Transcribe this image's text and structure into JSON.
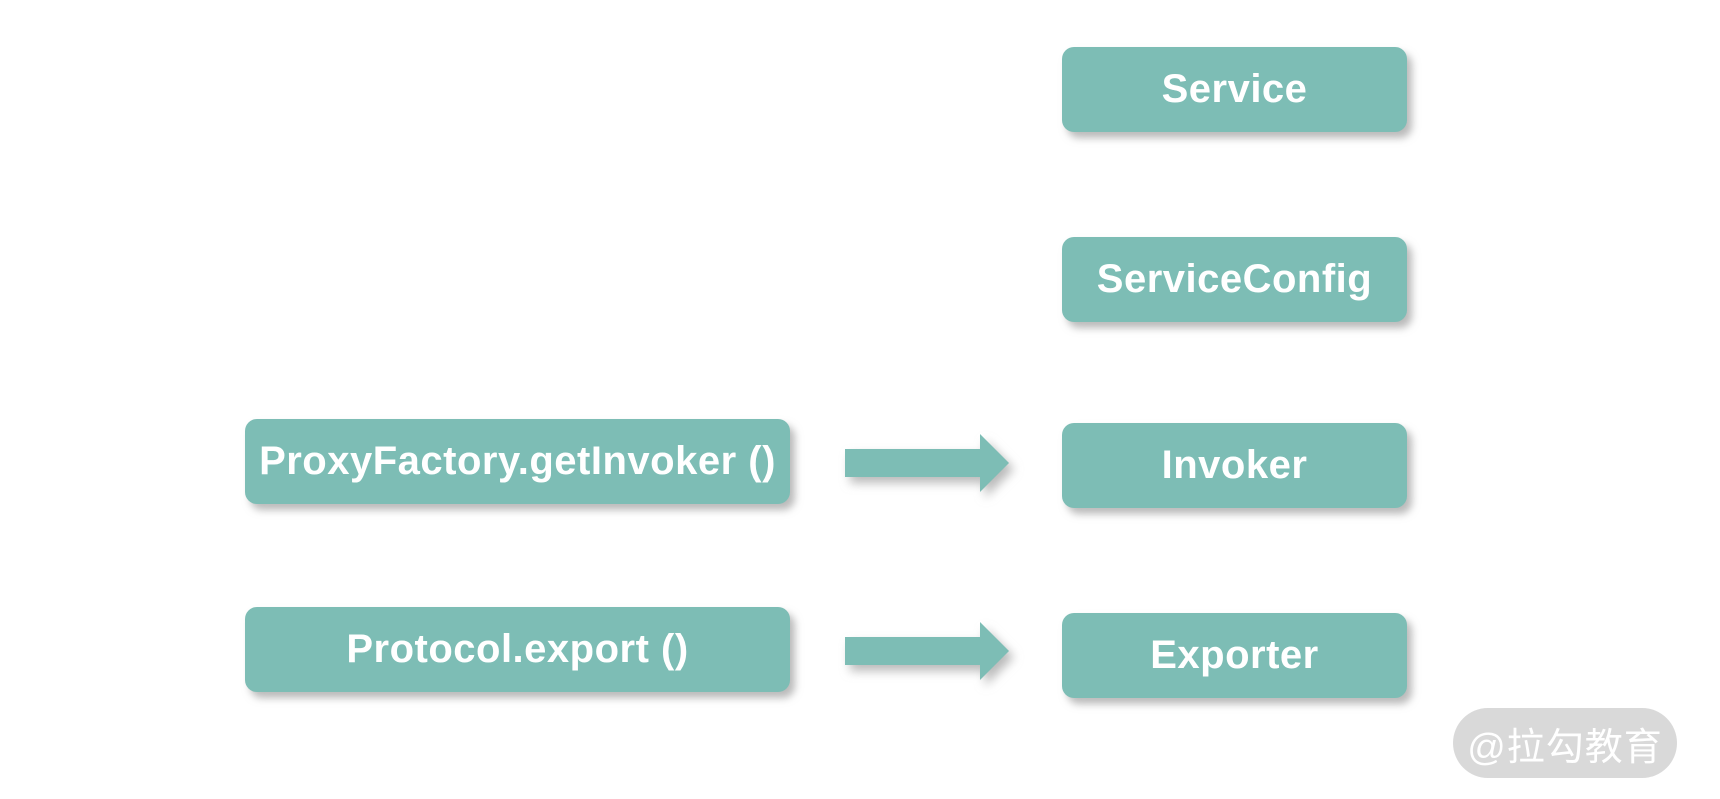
{
  "colors": {
    "background": "#ffffff",
    "node_fill": "#7dbdb5",
    "node_text": "#ffffff",
    "arrow_fill": "#7dbdb5",
    "watermark_bg": "#d9d9d9",
    "watermark_text": "#ffffff"
  },
  "nodes": {
    "service": {
      "label": "Service"
    },
    "service_config": {
      "label": "ServiceConfig"
    },
    "invoker": {
      "label": "Invoker"
    },
    "exporter": {
      "label": "Exporter"
    },
    "proxy_factory_get_invoker": {
      "label": "ProxyFactory.getInvoker ()"
    },
    "protocol_export": {
      "label": "Protocol.export ()"
    }
  },
  "relations": [
    {
      "from": "ProxyFactory.getInvoker ()",
      "to": "Invoker",
      "direction": "right"
    },
    {
      "from": "Protocol.export ()",
      "to": "Exporter",
      "direction": "right"
    }
  ],
  "watermark": {
    "label": "@拉勾教育"
  }
}
